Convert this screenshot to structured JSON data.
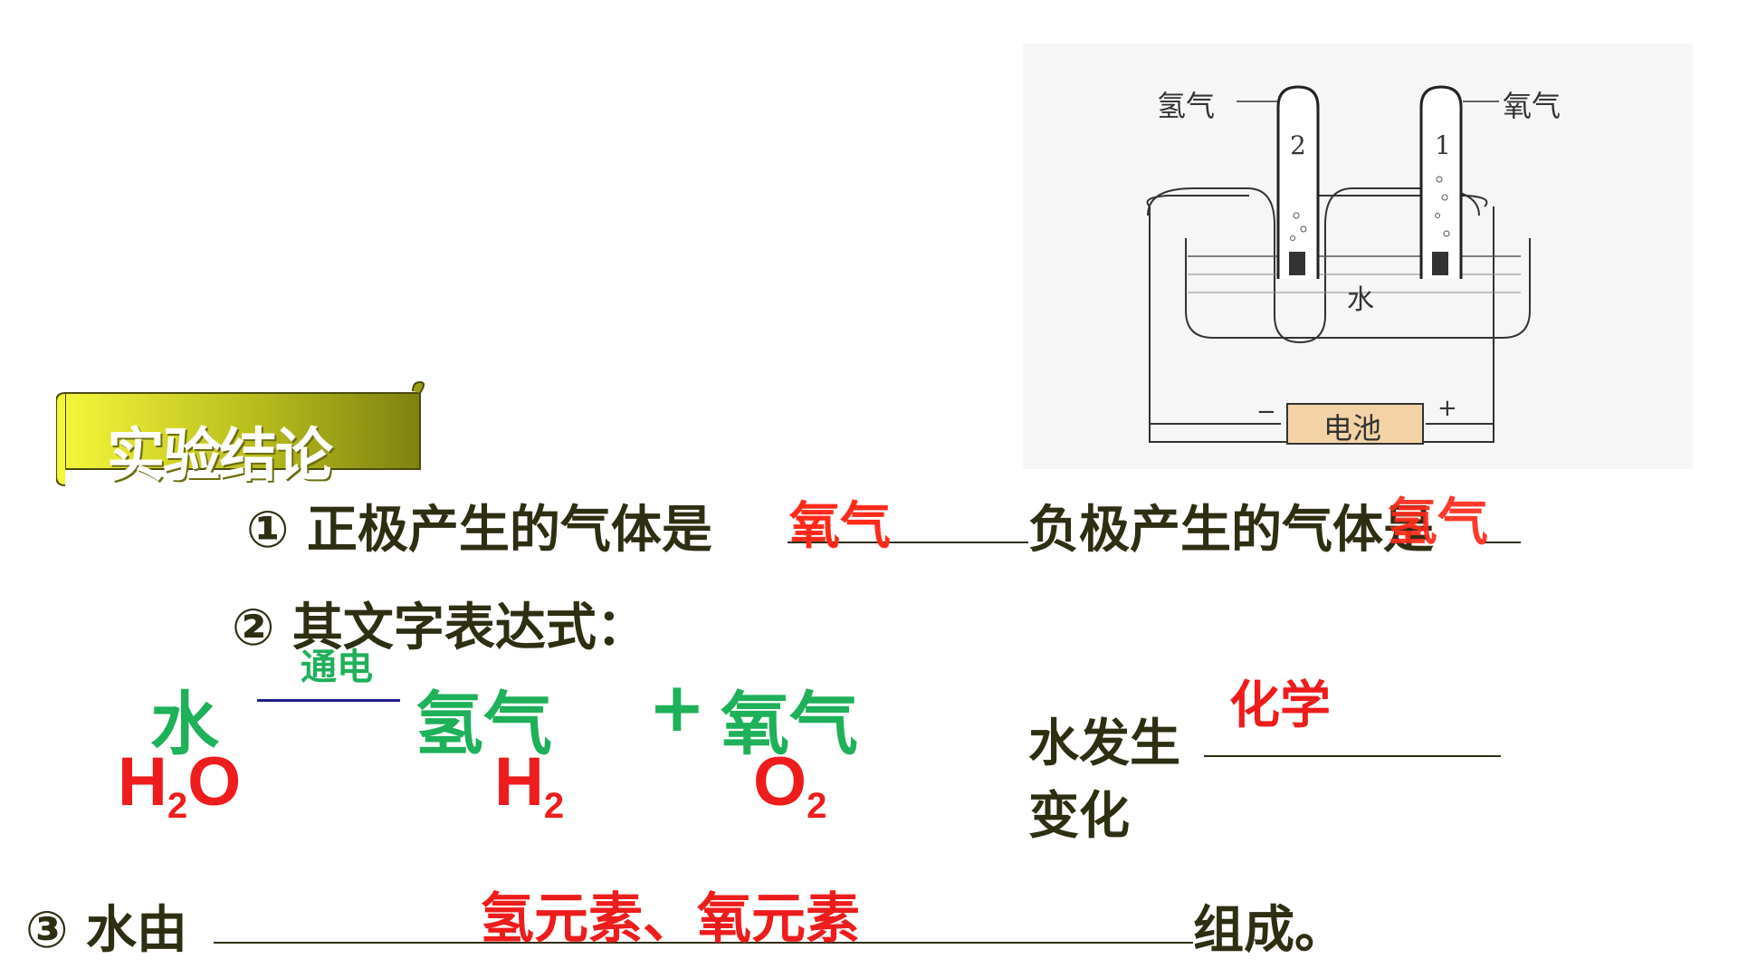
{
  "banner": {
    "title": "实验结论"
  },
  "diagram": {
    "label_hydrogen": "氢气",
    "label_oxygen": "氧气",
    "tube_left_number": "2",
    "tube_right_number": "1",
    "water_label": "水",
    "battery_label": "电池",
    "battery_minus": "−",
    "battery_plus": "+"
  },
  "conclusion1": {
    "prefix": "① 正极产生的气体是",
    "answer_positive": "氧气",
    "middle": "负极产生的气体是",
    "answer_negative": "氢气"
  },
  "conclusion2": {
    "heading": "② 其文字表达式：",
    "condition": "通电",
    "reactant": "水",
    "product1": "氢气",
    "plus": "+",
    "product2": "氧气",
    "formula_reactant": {
      "base1": "H",
      "sub": "2",
      "base2": "O"
    },
    "formula_product1": {
      "base": "H",
      "sub": "2"
    },
    "formula_product2": {
      "base": "O",
      "sub": "2"
    },
    "change_prefix": "水发生",
    "change_answer": "化学",
    "change_suffix": "变化"
  },
  "conclusion3": {
    "prefix": "③ 水由",
    "answer": "氢元素、氧元素",
    "suffix": "组成。"
  },
  "colors": {
    "answer_red": "#ee1c1c",
    "equation_green": "#1fb05a",
    "text_dark": "#2e2e12",
    "banner_olive": "#8e9212",
    "banner_yellow": "#f4f63a"
  }
}
